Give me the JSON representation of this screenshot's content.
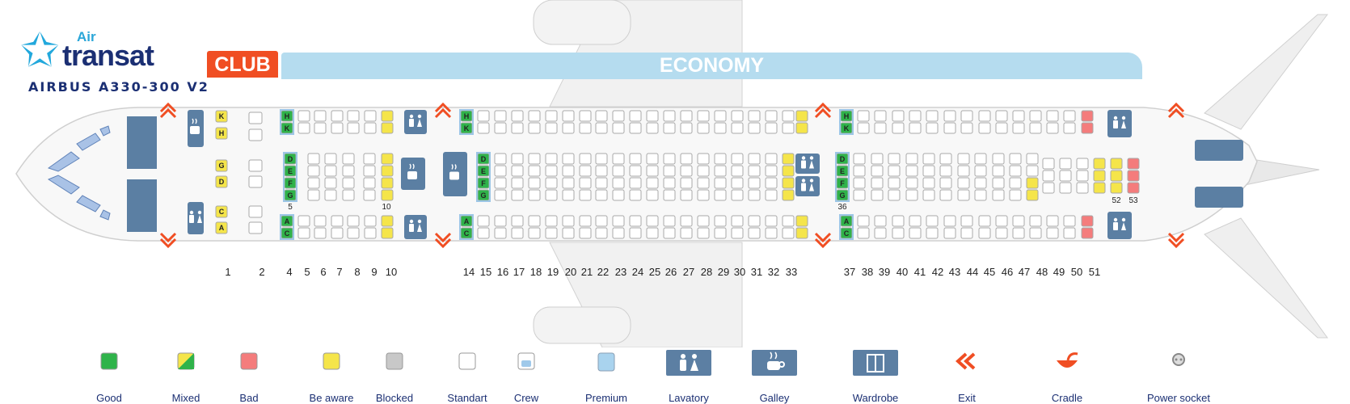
{
  "brand": {
    "air": "Air",
    "name": "transat"
  },
  "aircraft": "AIRBUS A330-300 V2",
  "cabin_classes": {
    "club": "CLUB",
    "economy": "ECONOMY"
  },
  "seat_letters": {
    "club_top": [
      "K",
      "H"
    ],
    "club_mid": [
      "G",
      "D"
    ],
    "club_bot": [
      "C",
      "A"
    ],
    "eco_top": [
      "H",
      "K"
    ],
    "eco_mid": [
      "D",
      "E",
      "F",
      "G"
    ],
    "eco_bot": [
      "A",
      "C"
    ]
  },
  "seat_labels": [
    "5",
    "10",
    "36",
    "52",
    "53"
  ],
  "row_numbers": [
    "1",
    "2",
    "4",
    "5",
    "6",
    "7",
    "8",
    "9",
    "10",
    "14",
    "15",
    "16",
    "17",
    "18",
    "19",
    "20",
    "21",
    "22",
    "23",
    "24",
    "25",
    "26",
    "27",
    "28",
    "29",
    "30",
    "31",
    "32",
    "33",
    "37",
    "38",
    "39",
    "40",
    "41",
    "42",
    "43",
    "44",
    "45",
    "46",
    "47",
    "48",
    "49",
    "50",
    "51"
  ],
  "legend": [
    {
      "label": "Good",
      "icon": "good-seat-icon",
      "color": "#2fb34a"
    },
    {
      "label": "Mixed",
      "icon": "mixed-seat-icon",
      "color": "#8cc63f"
    },
    {
      "label": "Bad",
      "icon": "bad-seat-icon",
      "color": "#f47c7c"
    },
    {
      "label": "Be aware",
      "icon": "be-aware-seat-icon",
      "color": "#f5e54a"
    },
    {
      "label": "Blocked",
      "icon": "blocked-seat-icon",
      "color": "#c8c8c8"
    },
    {
      "label": "Standart",
      "icon": "standart-seat-icon",
      "color": "#ffffff"
    },
    {
      "label": "Crew",
      "icon": "crew-seat-icon",
      "color": "#9fc9ea"
    },
    {
      "label": "Premium",
      "icon": "premium-seat-icon",
      "color": "#a9d3ee"
    },
    {
      "label": "Lavatory",
      "icon": "lavatory-icon",
      "color": "#5c7fa3"
    },
    {
      "label": "Galley",
      "icon": "galley-icon",
      "color": "#5c7fa3"
    },
    {
      "label": "Wardrobe",
      "icon": "wardrobe-icon",
      "color": "#5c7fa3"
    },
    {
      "label": "Exit",
      "icon": "exit-icon",
      "color": "#f04e23"
    },
    {
      "label": "Cradle",
      "icon": "cradle-icon",
      "color": "#f04e23"
    },
    {
      "label": "Power socket",
      "icon": "power-socket-icon",
      "color": "#888888"
    }
  ]
}
